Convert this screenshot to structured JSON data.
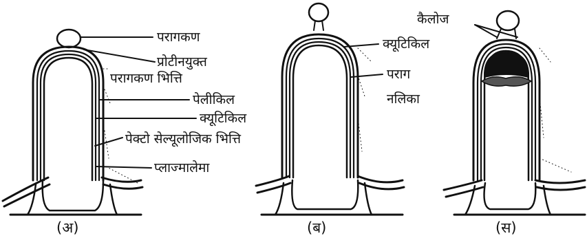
{
  "panels": [
    {
      "caption": "(अ)",
      "labels": [
        "परागकण",
        "प्रोटीनयुक्त",
        "परागकण भित्ति",
        "पेलीकिल",
        "क्यूटिकिल",
        "पेक्टो सेल्यूलोजिक भित्ति",
        "प्लाज्मालेमा"
      ]
    },
    {
      "caption": "(ब)",
      "labels": [
        "क्यूटिकिल",
        "पराग",
        "नलिका"
      ]
    },
    {
      "caption": "(स)",
      "labels": [
        "कैलोज"
      ]
    }
  ]
}
